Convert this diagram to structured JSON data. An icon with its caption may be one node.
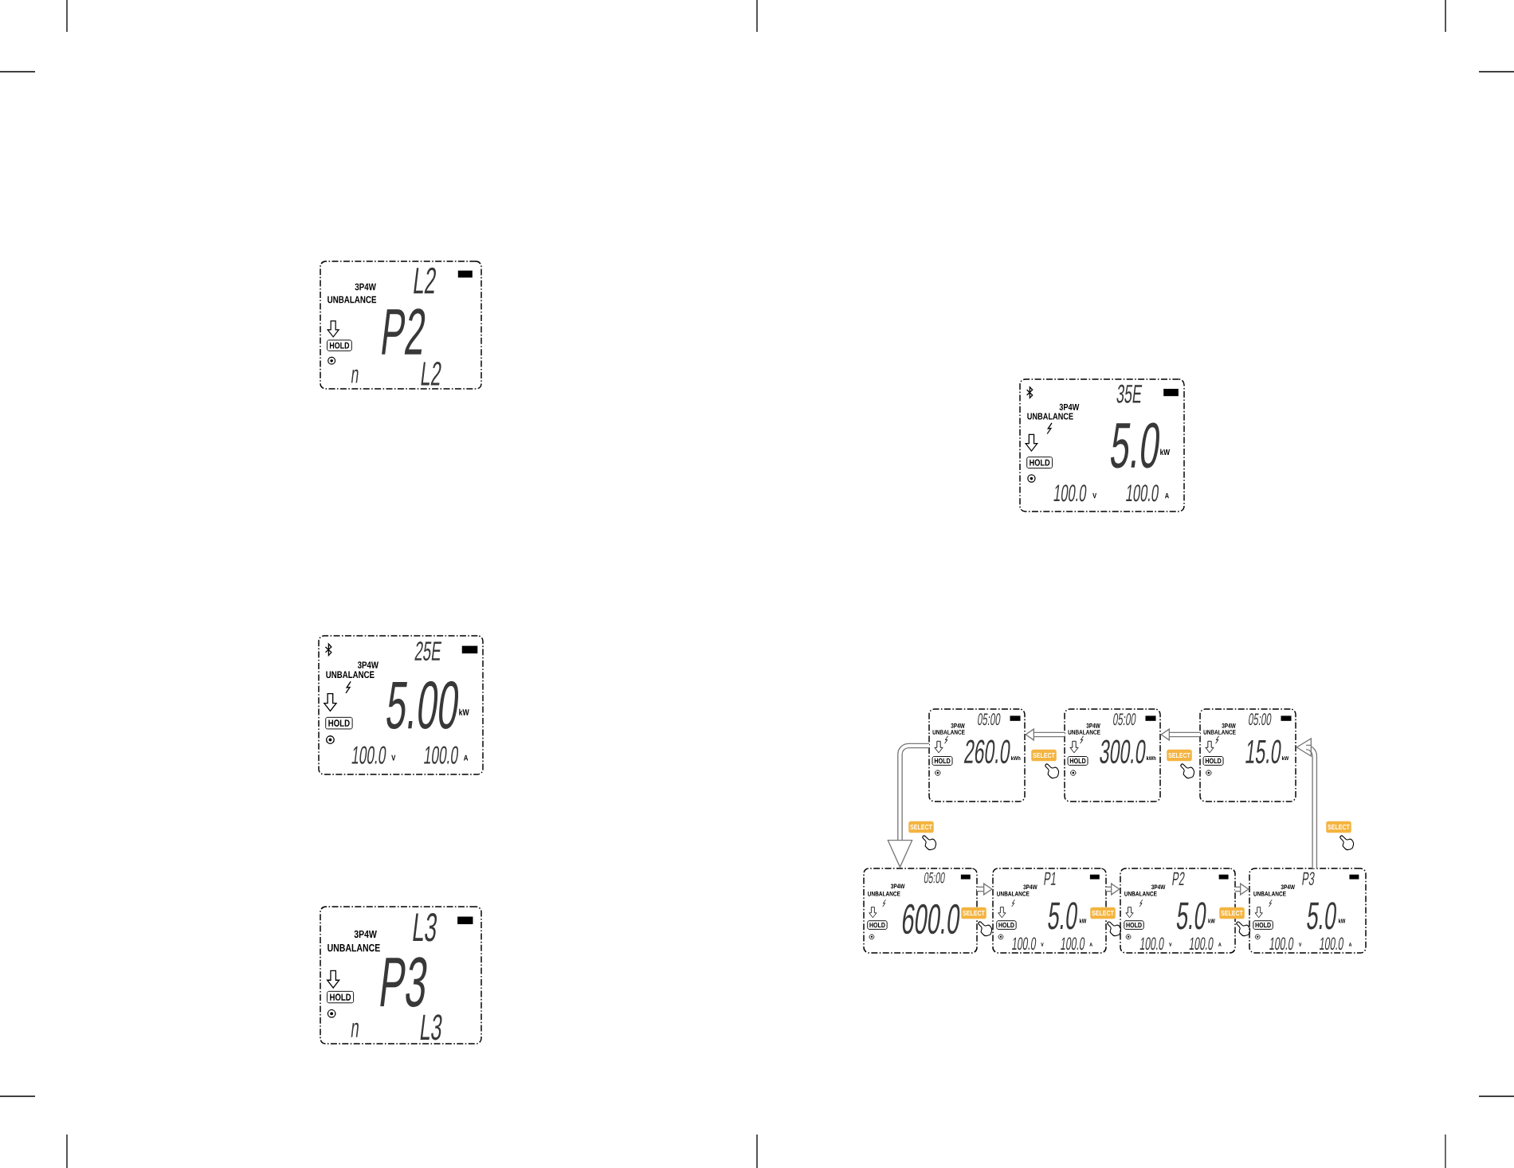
{
  "diagram": {
    "nodes": [
      {
        "text": [
          "3P4W",
          "L2",
          "UNBALANCE",
          "HOLD",
          "P2",
          "n",
          "L2"
        ]
      },
      {
        "text": [
          "25E",
          "3P4W",
          "UNBALANCE",
          "HOLD",
          "5.00",
          "kW",
          "100.0",
          "V",
          "100.0",
          "A"
        ]
      },
      {
        "text": [
          "3P4W",
          "L3",
          "UNBALANCE",
          "HOLD",
          "P3",
          "n",
          "L3"
        ]
      },
      {
        "text": [
          "35E",
          "3P4W",
          "UNBALANCE",
          "HOLD",
          "5.0",
          "kW",
          "100.0",
          "V",
          "100.0",
          "A"
        ]
      },
      {
        "text": [
          "05:00",
          "3P4W",
          "UNBALANCE",
          "HOLD",
          "260.0",
          "kWh"
        ]
      },
      {
        "text": [
          "05:00",
          "3P4W",
          "UNBALANCE",
          "HOLD",
          "300.0",
          "kWh"
        ]
      },
      {
        "text": [
          "05:00",
          "3P4W",
          "UNBALANCE",
          "HOLD",
          "15.0",
          "kW"
        ]
      },
      {
        "text": [
          "05:00",
          "3P4W",
          "UNBALANCE",
          "HOLD",
          "600.0"
        ]
      },
      {
        "text": [
          "P1",
          "3P4W",
          "UNBALANCE",
          "HOLD",
          "5.0",
          "kW",
          "100.0",
          "V",
          "100.0",
          "A"
        ]
      },
      {
        "text": [
          "P2",
          "3P4W",
          "UNBALANCE",
          "HOLD",
          "5.0",
          "kW",
          "100.0",
          "V",
          "100.0",
          "A"
        ]
      },
      {
        "text": [
          "P3",
          "3P4W",
          "UNBALANCE",
          "HOLD",
          "5.0",
          "kW",
          "100.0",
          "V",
          "100.0",
          "A"
        ]
      }
    ],
    "edges": [
      {
        "from": 7,
        "to": 8,
        "arrow": "to",
        "label": "SELECT"
      },
      {
        "from": 8,
        "to": 9,
        "arrow": "to",
        "label": "SELECT"
      },
      {
        "from": 9,
        "to": 10,
        "arrow": "to",
        "label": "SELECT"
      },
      {
        "from": 10,
        "to": 6,
        "arrow": "to",
        "label": "SELECT"
      },
      {
        "from": 6,
        "to": 5,
        "arrow": "to",
        "label": "SELECT"
      },
      {
        "from": 5,
        "to": 4,
        "arrow": "to",
        "label": "SELECT"
      },
      {
        "from": 4,
        "to": 7,
        "arrow": "to",
        "label": "SELECT"
      }
    ]
  }
}
